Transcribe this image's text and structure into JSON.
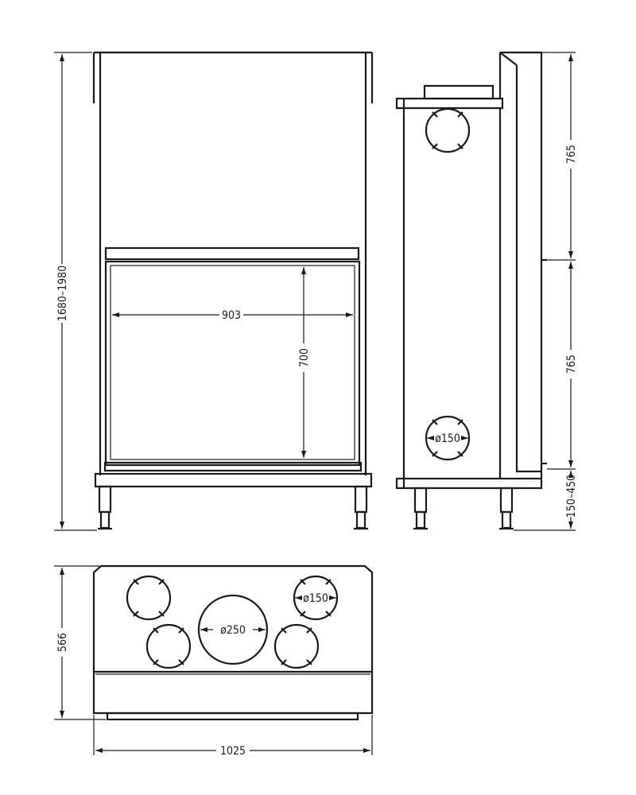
{
  "front_view": {
    "height_label": "1680–1980",
    "opening_width_label": "903",
    "opening_height_label": "700"
  },
  "side_view": {
    "upper_label": "765",
    "lower_label": "765",
    "leg_label": "150–450",
    "pipe_label": "ø150"
  },
  "top_view": {
    "depth_label": "566",
    "width_label": "1025",
    "center_pipe_label": "ø250",
    "pipe_label": "ø150"
  }
}
